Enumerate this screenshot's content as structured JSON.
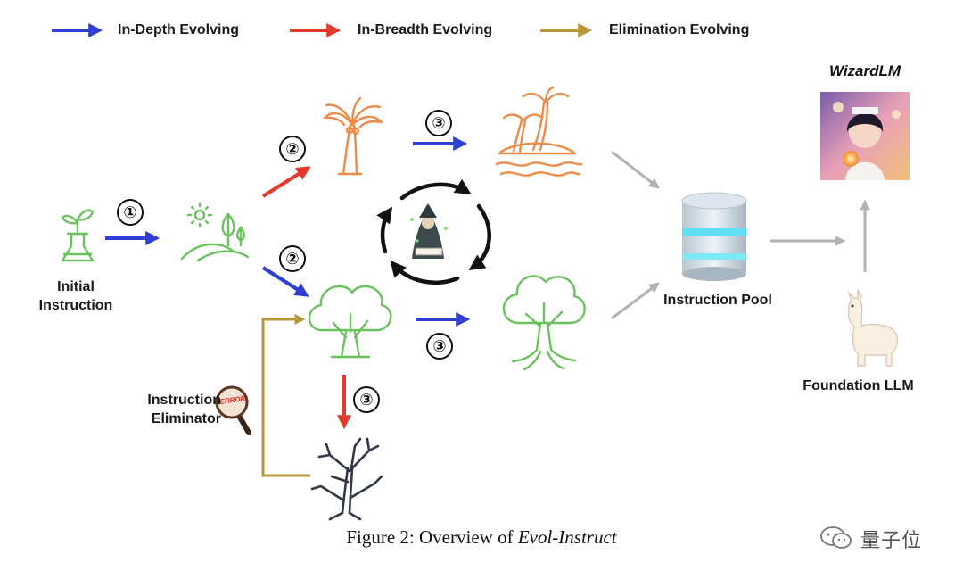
{
  "legend": [
    {
      "label": "In-Depth Evolving",
      "color": "#2e3fd1"
    },
    {
      "label": "In-Breadth Evolving",
      "color": "#e33a2c"
    },
    {
      "label": "Elimination Evolving",
      "color": "#b8963a"
    }
  ],
  "nodes": {
    "initial_instruction": {
      "line1": "Initial",
      "line2": "Instruction"
    },
    "instruction_pool": "Instruction Pool",
    "foundation_llm": "Foundation LLM",
    "wizardlm": "WizardLM",
    "eliminator": {
      "line1": "Instruction",
      "line2": "Eliminator"
    },
    "error_badge": "ERROR"
  },
  "steps": {
    "one": "①",
    "two": "②",
    "three": "③"
  },
  "caption": {
    "prefix": "Figure 2: Overview of ",
    "title": "Evol-Instruct"
  },
  "watermark": "量子位",
  "colors": {
    "blue": "#2e3fd1",
    "red": "#e33a2c",
    "gold": "#b8963a",
    "green": "#6cc15f",
    "orange": "#ec8c4a",
    "gray": "#b3b3b3",
    "dark": "#303848"
  }
}
